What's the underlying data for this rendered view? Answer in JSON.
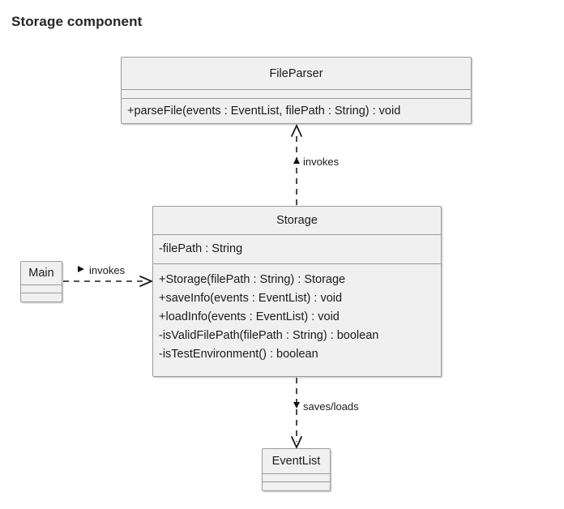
{
  "page": {
    "title": "Storage component",
    "background_color": "#ffffff",
    "title_color": "#23252b"
  },
  "style": {
    "class_fill": "#f0f0f0",
    "class_border": "#9a9a9a",
    "text_color": "#1b1b1b",
    "connector_color": "#1b1b1b"
  },
  "diagram": {
    "type": "uml-class-diagram",
    "classes": [
      {
        "id": "fileparser",
        "name": "FileParser",
        "attributes": [],
        "methods": [
          "+parseFile(events : EventList, filePath : String) : void"
        ]
      },
      {
        "id": "storage",
        "name": "Storage",
        "attributes": [
          "-filePath : String"
        ],
        "methods": [
          "+Storage(filePath : String) : Storage",
          "+saveInfo(events : EventList) : void",
          "+loadInfo(events : EventList) : void",
          "-isValidFilePath(filePath : String) : boolean",
          "-isTestEnvironment() : boolean"
        ]
      },
      {
        "id": "main",
        "name": "Main",
        "attributes": [],
        "methods": []
      },
      {
        "id": "eventlist",
        "name": "EventList",
        "attributes": [],
        "methods": []
      }
    ],
    "connectors": [
      {
        "id": "storage-to-fileparser",
        "from": "storage",
        "to": "fileparser",
        "label": "invokes",
        "line_style": "dashed",
        "arrow": "open",
        "direction": "up"
      },
      {
        "id": "main-to-storage",
        "from": "main",
        "to": "storage",
        "label": "invokes",
        "line_style": "dashed",
        "arrow": "open",
        "direction": "right"
      },
      {
        "id": "storage-to-eventlist",
        "from": "storage",
        "to": "eventlist",
        "label": "saves/loads",
        "line_style": "dashed",
        "arrow": "open",
        "direction": "down"
      }
    ]
  }
}
